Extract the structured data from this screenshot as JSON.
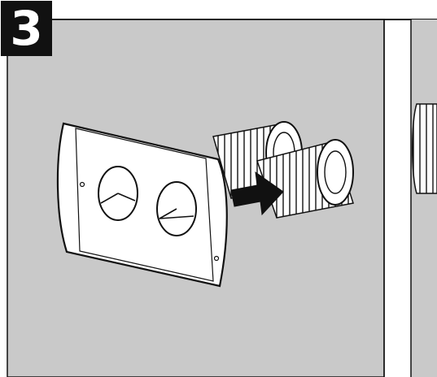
{
  "step": {
    "number": "3"
  },
  "colors": {
    "wall": "#c9c9c9",
    "outline": "#111111",
    "plate": "#ffffff",
    "badge_bg": "#111111",
    "badge_text": "#ffffff",
    "arrow": "#111111"
  },
  "icons": {
    "step_badge": "step-number-badge",
    "plate": "wall-plate",
    "duct": "flexible-duct",
    "arrow": "push-arrow"
  }
}
